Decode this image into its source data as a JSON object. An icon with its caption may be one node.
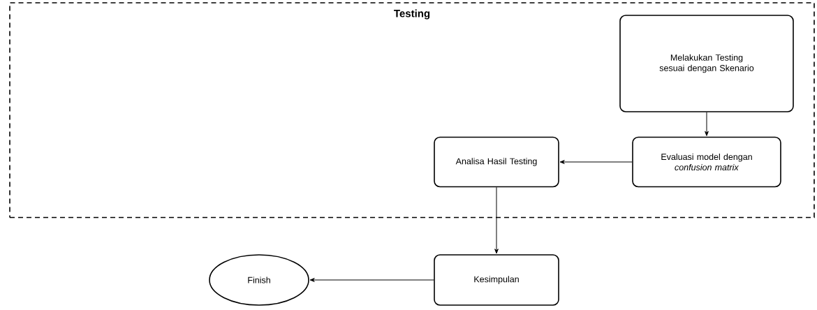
{
  "diagram": {
    "nodes": [
      {
        "text": [
          "Testing"
        ]
      },
      {
        "text": [
          "Melakukan Testing sesuai dengan Skenario"
        ],
        "in": 0
      },
      {
        "text": [
          "Evaluasi model dengan *confusion matrix*"
        ],
        "in": 0
      },
      {
        "text": [
          "Analisa Hasil Testing"
        ],
        "in": 0
      },
      {
        "text": [
          "Kesimpulan"
        ]
      },
      {
        "text": [
          "Finish"
        ]
      }
    ],
    "edges": [
      {
        "from": 1,
        "to": 2,
        "arrow": "to"
      },
      {
        "from": 2,
        "to": 3,
        "arrow": "to"
      },
      {
        "from": 3,
        "to": 4,
        "arrow": "to"
      },
      {
        "from": 4,
        "to": 5,
        "arrow": "to"
      }
    ]
  }
}
